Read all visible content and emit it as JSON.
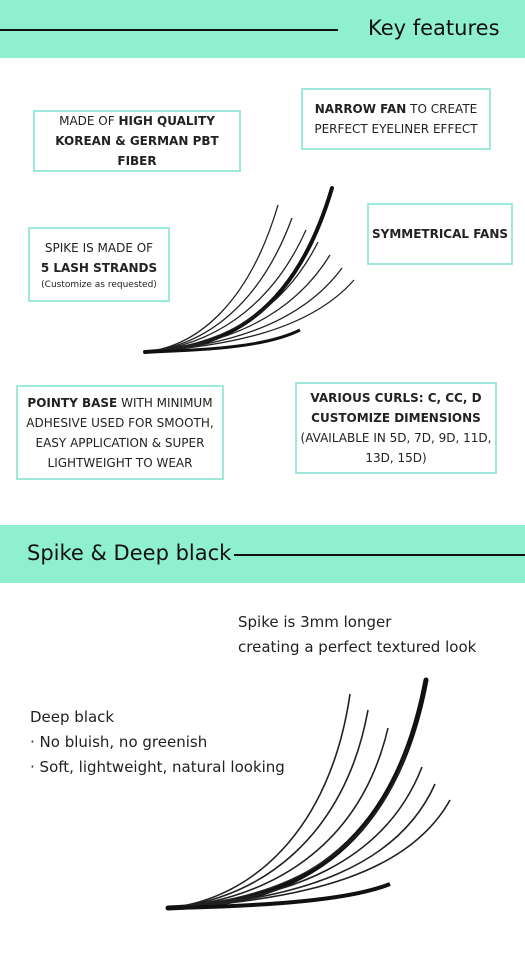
{
  "section1": {
    "title": "Key features"
  },
  "features": {
    "material": {
      "prefix": "MADE OF",
      "bold1": "HIGH QUALITY",
      "bold2": "KOREAN & GERMAN PBT FIBER"
    },
    "narrow": {
      "bold": "NARROW FAN",
      "text1": "TO CREATE",
      "text2": "PERFECT EYELINER EFFECT"
    },
    "symmetrical": {
      "bold": "SYMMETRICAL FANS"
    },
    "spike": {
      "text1": "SPIKE IS MADE OF",
      "bold": "5 LASH STRANDS",
      "note": "(Customize as requested)"
    },
    "pointy": {
      "bold": "POINTY BASE",
      "text1": "WITH MINIMUM",
      "text2": "ADHESIVE USED FOR SMOOTH,",
      "text3": "EASY APPLICATION & SUPER",
      "text4": "LIGHTWEIGHT TO WEAR"
    },
    "curls": {
      "bold1": "VARIOUS CURLS: C, CC, D",
      "bold2": "CUSTOMIZE DIMENSIONS",
      "text1": "(AVAILABLE IN 5D, 7D, 9D, 11D,",
      "text2": "13D, 15D)"
    }
  },
  "section2": {
    "title": "Spike & Deep black"
  },
  "spike_note": {
    "line1": "Spike is 3mm longer",
    "line2": "creating a perfect textured look"
  },
  "deep_black": {
    "heading": "Deep black",
    "bullets": [
      "No bluish, no greenish",
      "Soft, lightweight, natural looking"
    ]
  }
}
